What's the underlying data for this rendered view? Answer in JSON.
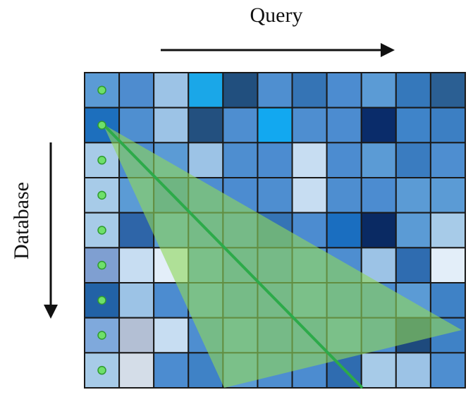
{
  "labels": {
    "query": "Query",
    "database": "Database"
  },
  "colors": {
    "grid_line": "#1a1a1a",
    "arrow": "#111111",
    "triangle_fill": "#8fd65a",
    "diagonal_line": "#2daa4a",
    "dot_fill": "#6ee06a",
    "dot_stroke": "#2f9a2f"
  },
  "grid": {
    "rows": 9,
    "cols": 11,
    "cells": [
      [
        "#5b9bd5",
        "#4e8ccf",
        "#9cc3e6",
        "#1aa7e8",
        "#214f7e",
        "#4f8fd0",
        "#3574b5",
        "#4c8cd0",
        "#5b9bd5",
        "#3578bb",
        "#2b5f93"
      ],
      [
        "#1d6fbd",
        "#4f8fd0",
        "#9cc3e6",
        "#23507f",
        "#4e8ed0",
        "#12a8f0",
        "#4e8ed0",
        "#4c8cd0",
        "#0a2c6a",
        "#3f84c9",
        "#3c7fc3"
      ],
      [
        "#a7cbe8",
        "#4c8cd0",
        "#5b9bd5",
        "#9cc3e6",
        "#4e8ed0",
        "#4c8cd0",
        "#c7ddf2",
        "#4c8cd0",
        "#5b9bd5",
        "#3a7cc0",
        "#4e8ed0"
      ],
      [
        "#a7cbe8",
        "#5b9bd5",
        "#3c7fc3",
        "#4e8ed0",
        "#4c8cd0",
        "#4e8ed0",
        "#c7ddf2",
        "#4e8ed0",
        "#4c8cd0",
        "#5b9bd5",
        "#5b9bd5"
      ],
      [
        "#a7cbe8",
        "#2e65a8",
        "#5b9bd5",
        "#4e8ed0",
        "#4c8cd0",
        "#3574b5",
        "#4c8cd0",
        "#1a6ec0",
        "#0a2a63",
        "#5b9bd5",
        "#a7cbe8"
      ],
      [
        "#7f9fd1",
        "#c7ddf2",
        "#e3eef9",
        "#5b9bd5",
        "#4e8ed0",
        "#4c8cd0",
        "#5b9bd5",
        "#4e8ed0",
        "#9cc3e6",
        "#2f6cb0",
        "#e3eef9"
      ],
      [
        "#2262a6",
        "#9cc3e6",
        "#4c8cd0",
        "#5b9bd5",
        "#4e8ed0",
        "#4c8cd0",
        "#5b9bd5",
        "#4e8ed0",
        "#4c8cd0",
        "#5b9bd5",
        "#3f82c6"
      ],
      [
        "#7fa9dc",
        "#b3bfd4",
        "#c7ddf2",
        "#4e8ed0",
        "#5b9bd5",
        "#4c8cd0",
        "#4e8ed0",
        "#5b9bd5",
        "#4c8cd0",
        "#1e4a7d",
        "#3f82c6"
      ],
      [
        "#a7cbe8",
        "#d4dde8",
        "#4c8cd0",
        "#3f82c6",
        "#5b9bd5",
        "#4e8ed0",
        "#4c8cd0",
        "#2f6cb0",
        "#a7cbe8",
        "#9cc3e6",
        "#4e8ed0"
      ]
    ]
  }
}
